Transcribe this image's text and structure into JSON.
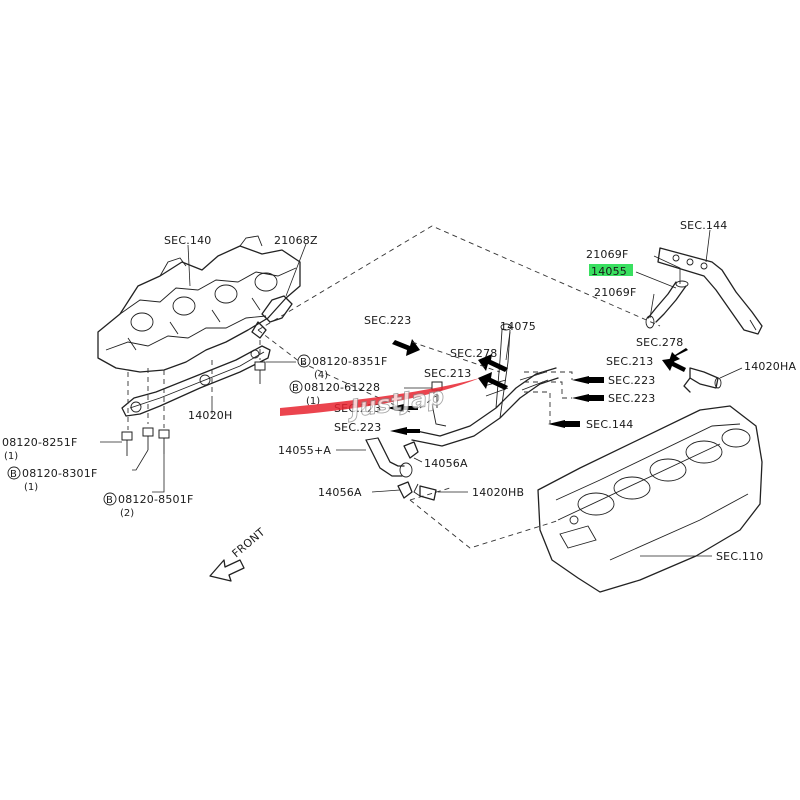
{
  "labels": {
    "sec140": "SEC.140",
    "p21068z": "21068Z",
    "sec144_top": "SEC.144",
    "p21069f_a": "21069F",
    "p14055": "14055",
    "p21069f_b": "21069F",
    "sec278_right": "SEC.278",
    "sec213_right": "SEC.213",
    "p14020ha": "14020HA",
    "sec223_top": "SEC.223",
    "p14075": "14075",
    "sec278_mid": "SEC.278",
    "sec213_mid": "SEC.213",
    "sec223_a": "SEC.223",
    "sec223_b": "SEC.223",
    "sec223_r1": "SEC.223",
    "sec223_r2": "SEC.223",
    "sec144_r": "SEC.144",
    "b_8351f": "08120-8351F",
    "b_8351f_qty": "(4)",
    "b_61228": "08120-61228",
    "b_61228_qty": "(1)",
    "p14020h": "14020H",
    "b_8251f": "08120-8251F",
    "b_8251f_qty": "(1)",
    "b_8301f": "08120-8301F",
    "b_8301f_qty": "(1)",
    "b_8501f": "08120-8501F",
    "b_8501f_qty": "(2)",
    "p14055a": "14055+A",
    "p14056a_1": "14056A",
    "p14056a_2": "14056A",
    "p14020hb": "14020HB",
    "sec110": "SEC.110",
    "front": "FRONT",
    "circled_b": "B",
    "watermark": "JustJap"
  },
  "highlight_color": "#39e060"
}
